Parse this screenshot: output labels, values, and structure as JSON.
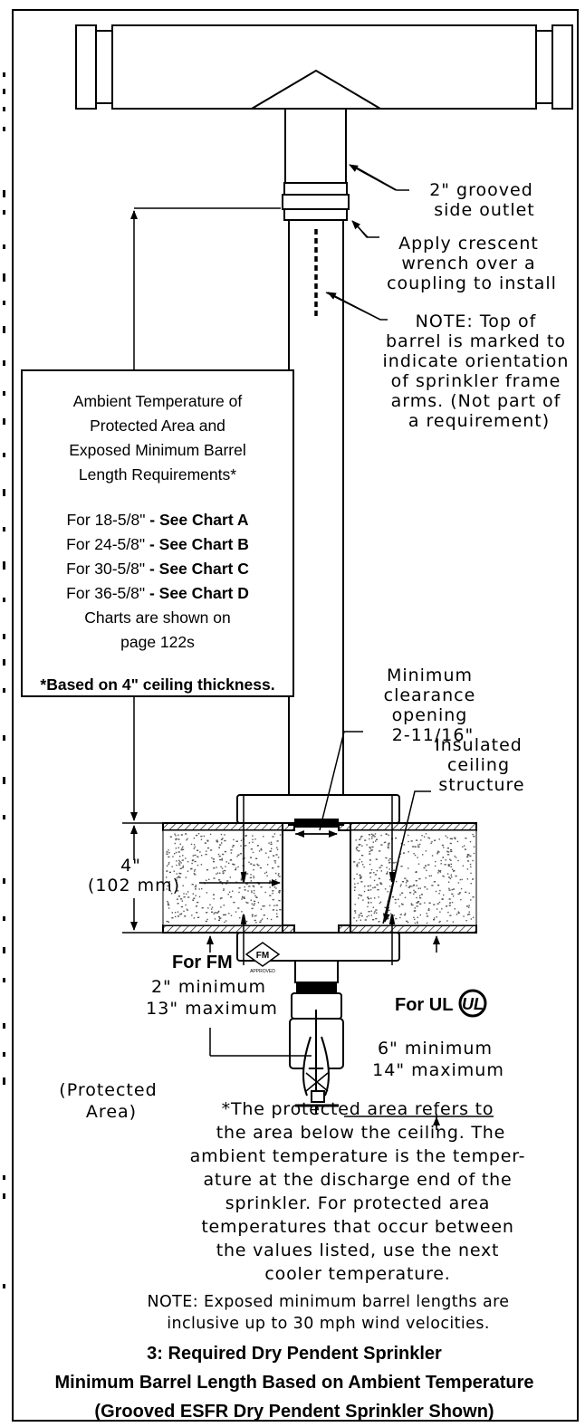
{
  "labels": {
    "outlet": [
      "2\" grooved",
      "side outlet"
    ],
    "wrench": [
      "Apply crescent",
      "wrench over a",
      "coupling to install"
    ],
    "note_top": [
      "NOTE: Top of",
      "barrel is marked to",
      "indicate orientation",
      "of sprinkler frame",
      "arms. (Not part of",
      "a requirement)"
    ],
    "clearance": [
      "Minimum",
      "clearance",
      "opening",
      "2-11/16\""
    ],
    "insulated": [
      "Insulated",
      "ceiling",
      "structure"
    ],
    "thickness": [
      "4\"",
      "(102 mm)"
    ],
    "fm_title": "For FM",
    "fm_logo": "FM",
    "fm_logo_sub": "APPROVED",
    "fm_range": [
      "2\" minimum",
      "13\" maximum"
    ],
    "ul_title": "For UL",
    "ul_logo": "UL",
    "ul_range": [
      "6\" minimum",
      "14\" maximum"
    ],
    "protected": [
      "(Protected",
      "Area)"
    ]
  },
  "callout": {
    "heading": [
      "Ambient Temperature of",
      "Protected Area and",
      "Exposed Minimum Barrel",
      "Length Requirements*"
    ],
    "rows": [
      {
        "size": "For 18-5/8\"",
        "chart": " - See Chart A"
      },
      {
        "size": "For 24-5/8\"",
        "chart": " - See Chart B"
      },
      {
        "size": "For 30-5/8\"",
        "chart": " - See Chart C"
      },
      {
        "size": "For 36-5/8\"",
        "chart": " - See Chart D"
      }
    ],
    "pages": [
      "Charts are shown on",
      "page 122s"
    ],
    "basis": "*Based on 4\" ceiling thickness."
  },
  "footnote": {
    "asterisk": "*The protected area refers to\n the area below the ceiling. The\nambient temperature is the temper-\nature at the discharge end of the\nsprinkler. For protected area\ntemperatures that occur between\nthe values listed, use the next\ncooler temperature.",
    "wind_note": "NOTE: Exposed minimum barrel lengths are\ninclusive up to 30 mph wind velocities."
  },
  "caption": {
    "line1_number": "3:",
    "line1": " Required Dry Pendent Sprinkler",
    "line2": "Minimum Barrel Length Based on Ambient Temperature",
    "line3": "(Grooved ESFR Dry Pendent Sprinkler Shown)"
  },
  "colors": {
    "ink": "#000000",
    "paper": "#ffffff",
    "dots": "#555555"
  }
}
